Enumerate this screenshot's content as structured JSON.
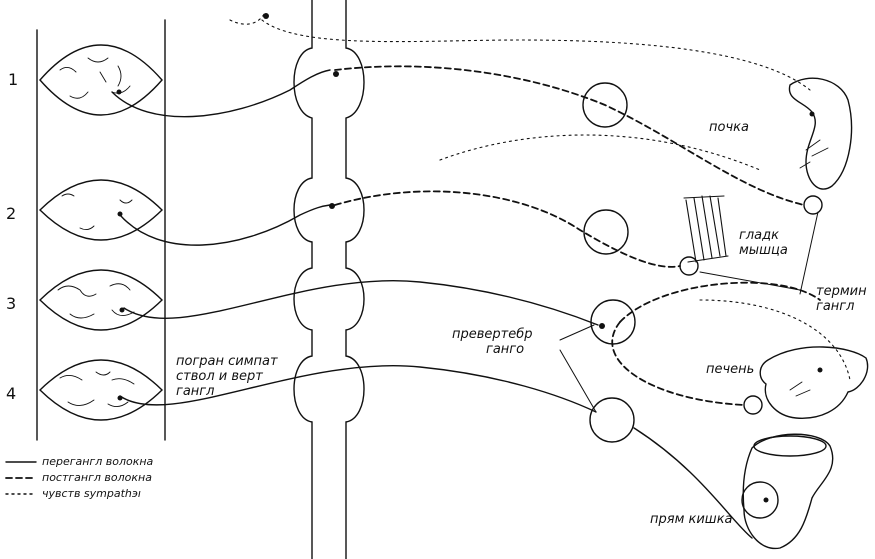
{
  "segment_numbers": [
    "1",
    "2",
    "3",
    "4"
  ],
  "labels": {
    "trunk": [
      "погран симпат",
      "ствол и верт",
      "гангл"
    ],
    "prevertebral": [
      "превертебр",
      "ганго"
    ],
    "kidney": "почка",
    "smooth_muscle": [
      "гладк",
      "мышца"
    ],
    "terminal": [
      "термин",
      "гангл"
    ],
    "liver": "печень",
    "rectum": "прям кишка"
  },
  "legend": [
    {
      "style": "solid",
      "label": "перегангл волокна"
    },
    {
      "style": "dashed",
      "label": "постгангл волокна"
    },
    {
      "style": "dotted",
      "label": "чувств sympathэı"
    }
  ]
}
